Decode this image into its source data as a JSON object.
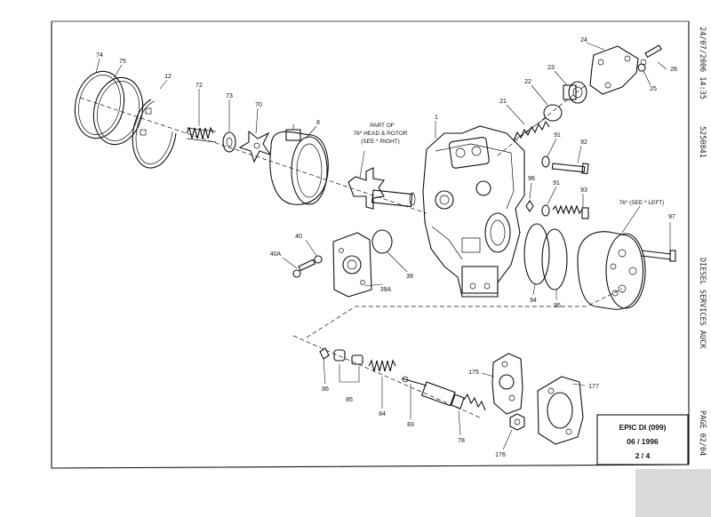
{
  "fax_header": {
    "datetime": "24/07/2006 14:35",
    "number": "5250841",
    "sender": "DIESEL SERVICES AUCK",
    "page": "PAGE 02/04"
  },
  "title_block": {
    "model": "EPIC DI (099)",
    "date": "06 / 1996",
    "sheet": "2 / 4"
  },
  "notes": {
    "head_rotor_l1": "PART OF",
    "head_rotor_l2": "76* HEAD & ROTOR",
    "head_rotor_l3": "(SEE * RIGHT)",
    "see_left": "76* (SEE * LEFT)"
  },
  "callouts": {
    "c74": "74",
    "c75": "75",
    "c12": "12",
    "c72": "72",
    "c73": "73",
    "c70": "70",
    "c8": "8",
    "c1": "1",
    "c24": "24",
    "c26": "26",
    "c23": "23",
    "c25": "25",
    "c22": "22",
    "c21": "21",
    "c91a": "91",
    "c92": "92",
    "c96": "96",
    "c91b": "91",
    "c93": "93",
    "c97": "97",
    "c40": "40",
    "c40a": "40A",
    "c39": "39",
    "c39a": "39A",
    "c94": "94",
    "c95": "95",
    "c175": "175",
    "c177": "177",
    "c86": "86",
    "c85": "85",
    "c84": "84",
    "c83": "83",
    "c78": "78",
    "c176": "176"
  }
}
